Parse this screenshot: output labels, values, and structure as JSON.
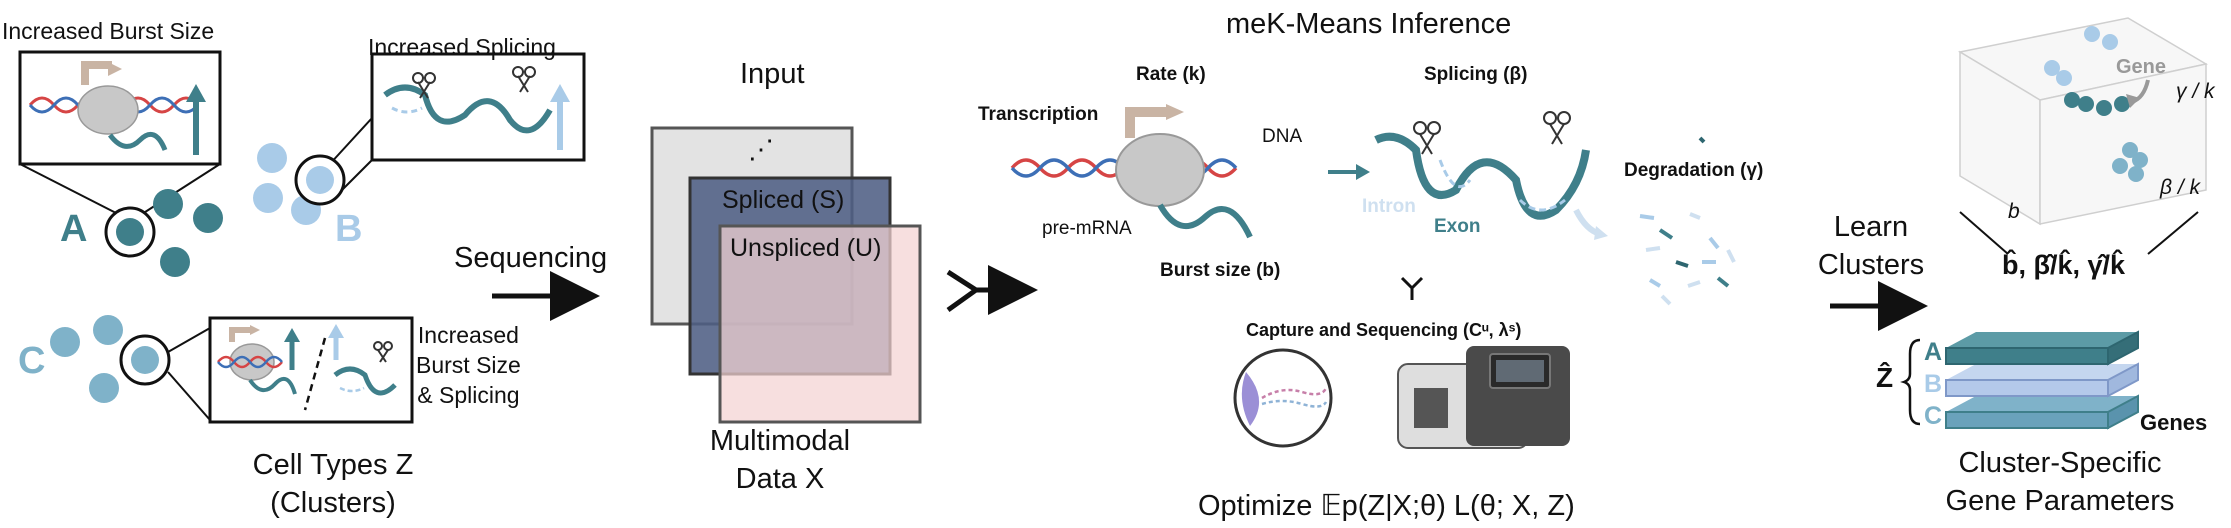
{
  "cell_types": {
    "burst_label": "Increased Burst Size",
    "splicing_label": "Increased Splicing",
    "both_label": [
      "Increased",
      "Burst Size",
      "& Splicing"
    ],
    "type_a": "A",
    "type_b": "B",
    "type_c": "C",
    "caption_line1": "Cell Types Z",
    "caption_line2": "(Clusters)"
  },
  "sequencing_label": "Sequencing",
  "input": {
    "title": "Input",
    "dots": "⋰",
    "spliced": "Spliced (S)",
    "unspliced": "Unspliced (U)",
    "caption_line1": "Multimodal",
    "caption_line2": "Data X"
  },
  "inference": {
    "title": "meK-Means Inference",
    "transcription": "Transcription",
    "rate": "Rate (k)",
    "dna": "DNA",
    "pre_mrna": "pre-mRNA",
    "burst_size": "Burst size (b)",
    "splicing": "Splicing (β)",
    "intron": "Intron",
    "exon": "Exon",
    "degradation": "Degradation (γ)",
    "capture": "Capture and Sequencing (Cᵘ, λˢ)",
    "optimize": "Optimize 𝔼p(Z|X;θ) L(θ; X, Z)"
  },
  "learn_clusters": [
    "Learn",
    "Clusters"
  ],
  "output": {
    "gene_label": "Gene",
    "axis_gamma": "γ / k",
    "axis_beta": "β / k",
    "axis_b": "b",
    "params": "b̂, β̂/k̂, γ̂/k̂",
    "z_hat": "Ẑ",
    "layers": [
      "A",
      "B",
      "C"
    ],
    "genes": "Genes",
    "caption_line1": "Cluster-Specific",
    "caption_line2": "Gene Parameters"
  },
  "colors": {
    "teal": "#3f7f8a",
    "teal_dark": "#2e6670",
    "light_blue": "#a9cbe8",
    "mid_blue": "#7fb2c9",
    "navy": "#4e5e84",
    "pink": "#f4d2d2",
    "grey": "#d9d9d9",
    "dna_red": "#d64545",
    "dna_blue": "#3d6fb6",
    "tan": "#c9b4a4"
  }
}
